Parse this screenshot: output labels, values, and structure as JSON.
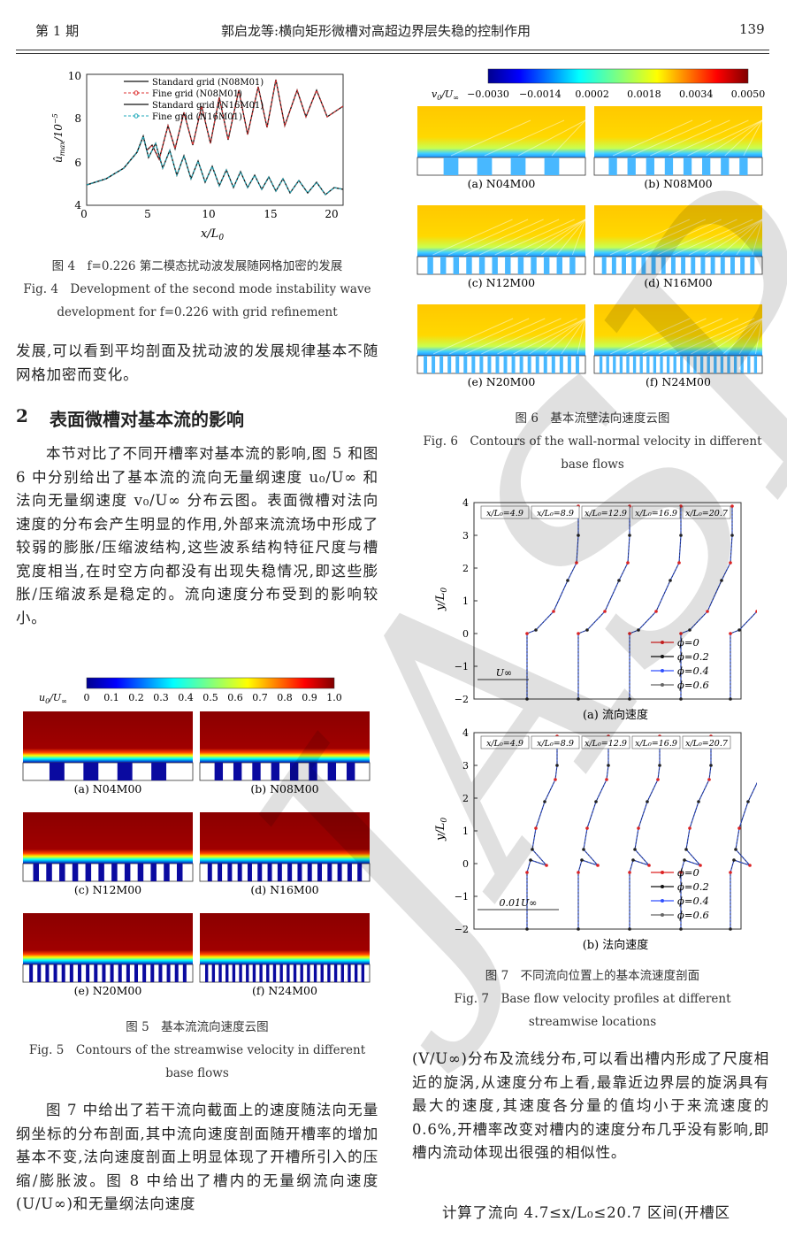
{
  "header": {
    "issue": "第 1 期",
    "title": "郭启龙等:横向矩形微槽对高超边界层失稳的控制作用",
    "page": "139"
  },
  "watermark": "JASP",
  "fig4": {
    "caption_cn": "图 4　f=0.226 第二模态扰动波发展随网格加密的发展",
    "caption_en_1": "Fig. 4　Development of the second mode instability wave",
    "caption_en_2": "development for f=0.226 with grid refinement",
    "legend": [
      "Standard grid (N08M01)",
      "Fine grid (N08M01)",
      "Standard grid (N16M01)",
      "Fine grid (N16M01)"
    ],
    "xticks": [
      "0",
      "5",
      "10",
      "15",
      "20"
    ],
    "yticks": [
      "4",
      "6",
      "8",
      "10"
    ]
  },
  "para1": "发展,可以看到平均剖面及扰动波的发展规律基本不随网格加密而变化。",
  "section": {
    "num": "2",
    "title": "表面微槽对基本流的影响"
  },
  "para2": "本节对比了不同开槽率对基本流的影响,图 5 和图 6 中分别给出了基本流的流向无量纲速度 u₀/U∞ 和法向无量纲速度 v₀/U∞ 分布云图。表面微槽对法向速度的分布会产生明显的作用,外部来流流场中形成了较弱的膨胀/压缩波结构,这些波系结构特征尺度与槽宽度相当,在时空方向都没有出现失稳情况,即这些膨胀/压缩波系是稳定的。流向速度分布受到的影响较小。",
  "fig5": {
    "colorbar_ticks": [
      "0",
      "0.1",
      "0.2",
      "0.3",
      "0.4",
      "0.5",
      "0.6",
      "0.7",
      "0.8",
      "0.9",
      "1.0"
    ],
    "panels": [
      "(a) N04M00",
      "(b) N08M00",
      "(c) N12M00",
      "(d) N16M00",
      "(e) N20M00",
      "(f) N24M00"
    ],
    "caption_cn": "图 5　基本流流向速度云图",
    "caption_en_1": "Fig. 5　Contours of the streamwise velocity in different",
    "caption_en_2": "base flows"
  },
  "para3": "图 7 中给出了若干流向截面上的速度随法向无量纲坐标的分布剖面,其中流向速度剖面随开槽率的增加基本不变,法向速度剖面上明显体现了开槽所引入的压缩/膨胀波。图 8 中给出了槽内的无量纲流向速度(U/U∞)和无量纲法向速度",
  "fig6": {
    "colorbar_ticks": [
      "−0.0030",
      "−0.0014",
      "0.0002",
      "0.0018",
      "0.0034",
      "0.0050"
    ],
    "panels": [
      "(a) N04M00",
      "(b) N08M00",
      "(c) N12M00",
      "(d) N16M00",
      "(e) N20M00",
      "(f) N24M00"
    ],
    "caption_cn": "图 6　基本流壁法向速度云图",
    "caption_en_1": "Fig. 6　Contours of the wall-normal velocity in different",
    "caption_en_2": "base flows"
  },
  "fig7": {
    "stations": [
      "x/L₀=4.9",
      "x/L₀=8.9",
      "x/L₀=12.9",
      "x/L₀=16.9",
      "x/L₀=20.7"
    ],
    "yticks": [
      "−2",
      "−1",
      "0",
      "1",
      "2",
      "3",
      "4"
    ],
    "legend": [
      "ϕ=0",
      "ϕ=0.2",
      "ϕ=0.4",
      "ϕ=0.6"
    ],
    "scale_a": "U∞",
    "scale_b": "0.01U∞",
    "sub_a": "(a) 流向速度",
    "sub_b": "(b) 法向速度",
    "caption_cn": "图 7　不同流向位置上的基本流速度剖面",
    "caption_en_1": "Fig. 7　Base flow velocity profiles at different",
    "caption_en_2": "streamwise locations"
  },
  "para4": "(V/U∞)分布及流线分布,可以看出槽内形成了尺度相近的旋涡,从速度分布上看,最靠近边界层的旋涡具有最大的速度,其速度各分量的值均小于来流速度的 0.6%,开槽率改变对槽内的速度分布几乎没有影响,即槽内流动体现出很强的相似性。",
  "para5": "计算了流向 4.7≤x/L₀≤20.7 区间(开槽区"
}
